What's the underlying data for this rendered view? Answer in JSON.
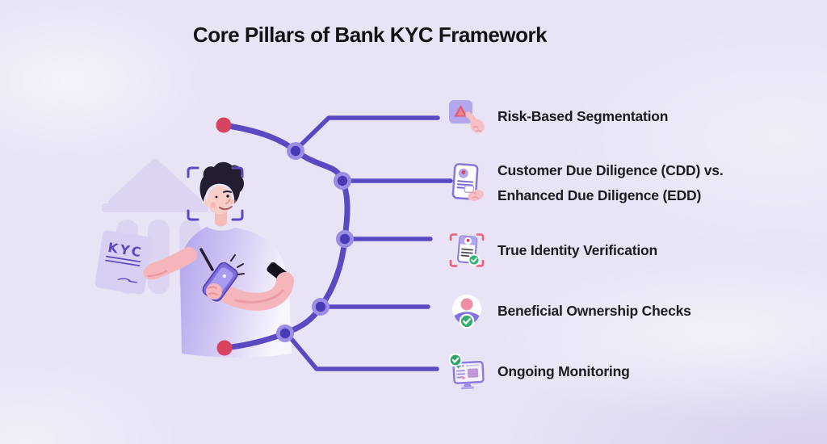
{
  "title": "Core Pillars of Bank KYC Framework",
  "pillars": [
    {
      "icon": "risk-warning-tap-icon",
      "label_lines": [
        "Risk-Based Segmentation"
      ]
    },
    {
      "icon": "document-hand-icon",
      "label_lines": [
        "Customer Due Diligence (CDD) vs.",
        "Enhanced Due Diligence (EDD)"
      ]
    },
    {
      "icon": "identity-scan-check-icon",
      "label_lines": [
        "True Identity Verification"
      ]
    },
    {
      "icon": "person-verified-icon",
      "label_lines": [
        "Beneficial Ownership Checks"
      ]
    },
    {
      "icon": "monitor-check-icon",
      "label_lines": [
        "Ongoing Monitoring"
      ]
    }
  ],
  "illustration": {
    "kyc_label": "KYC"
  },
  "colors": {
    "background": "#e8e3f5",
    "accent_purple": "#5b49c4",
    "node_core_purple": "#4a3ab8",
    "node_halo_purple": "#9b8de4",
    "endpoint_red": "#d8435f",
    "success_green": "#2fae6f",
    "skin_pink": "#f6bfc4",
    "text_dark": "#1c1c20"
  }
}
